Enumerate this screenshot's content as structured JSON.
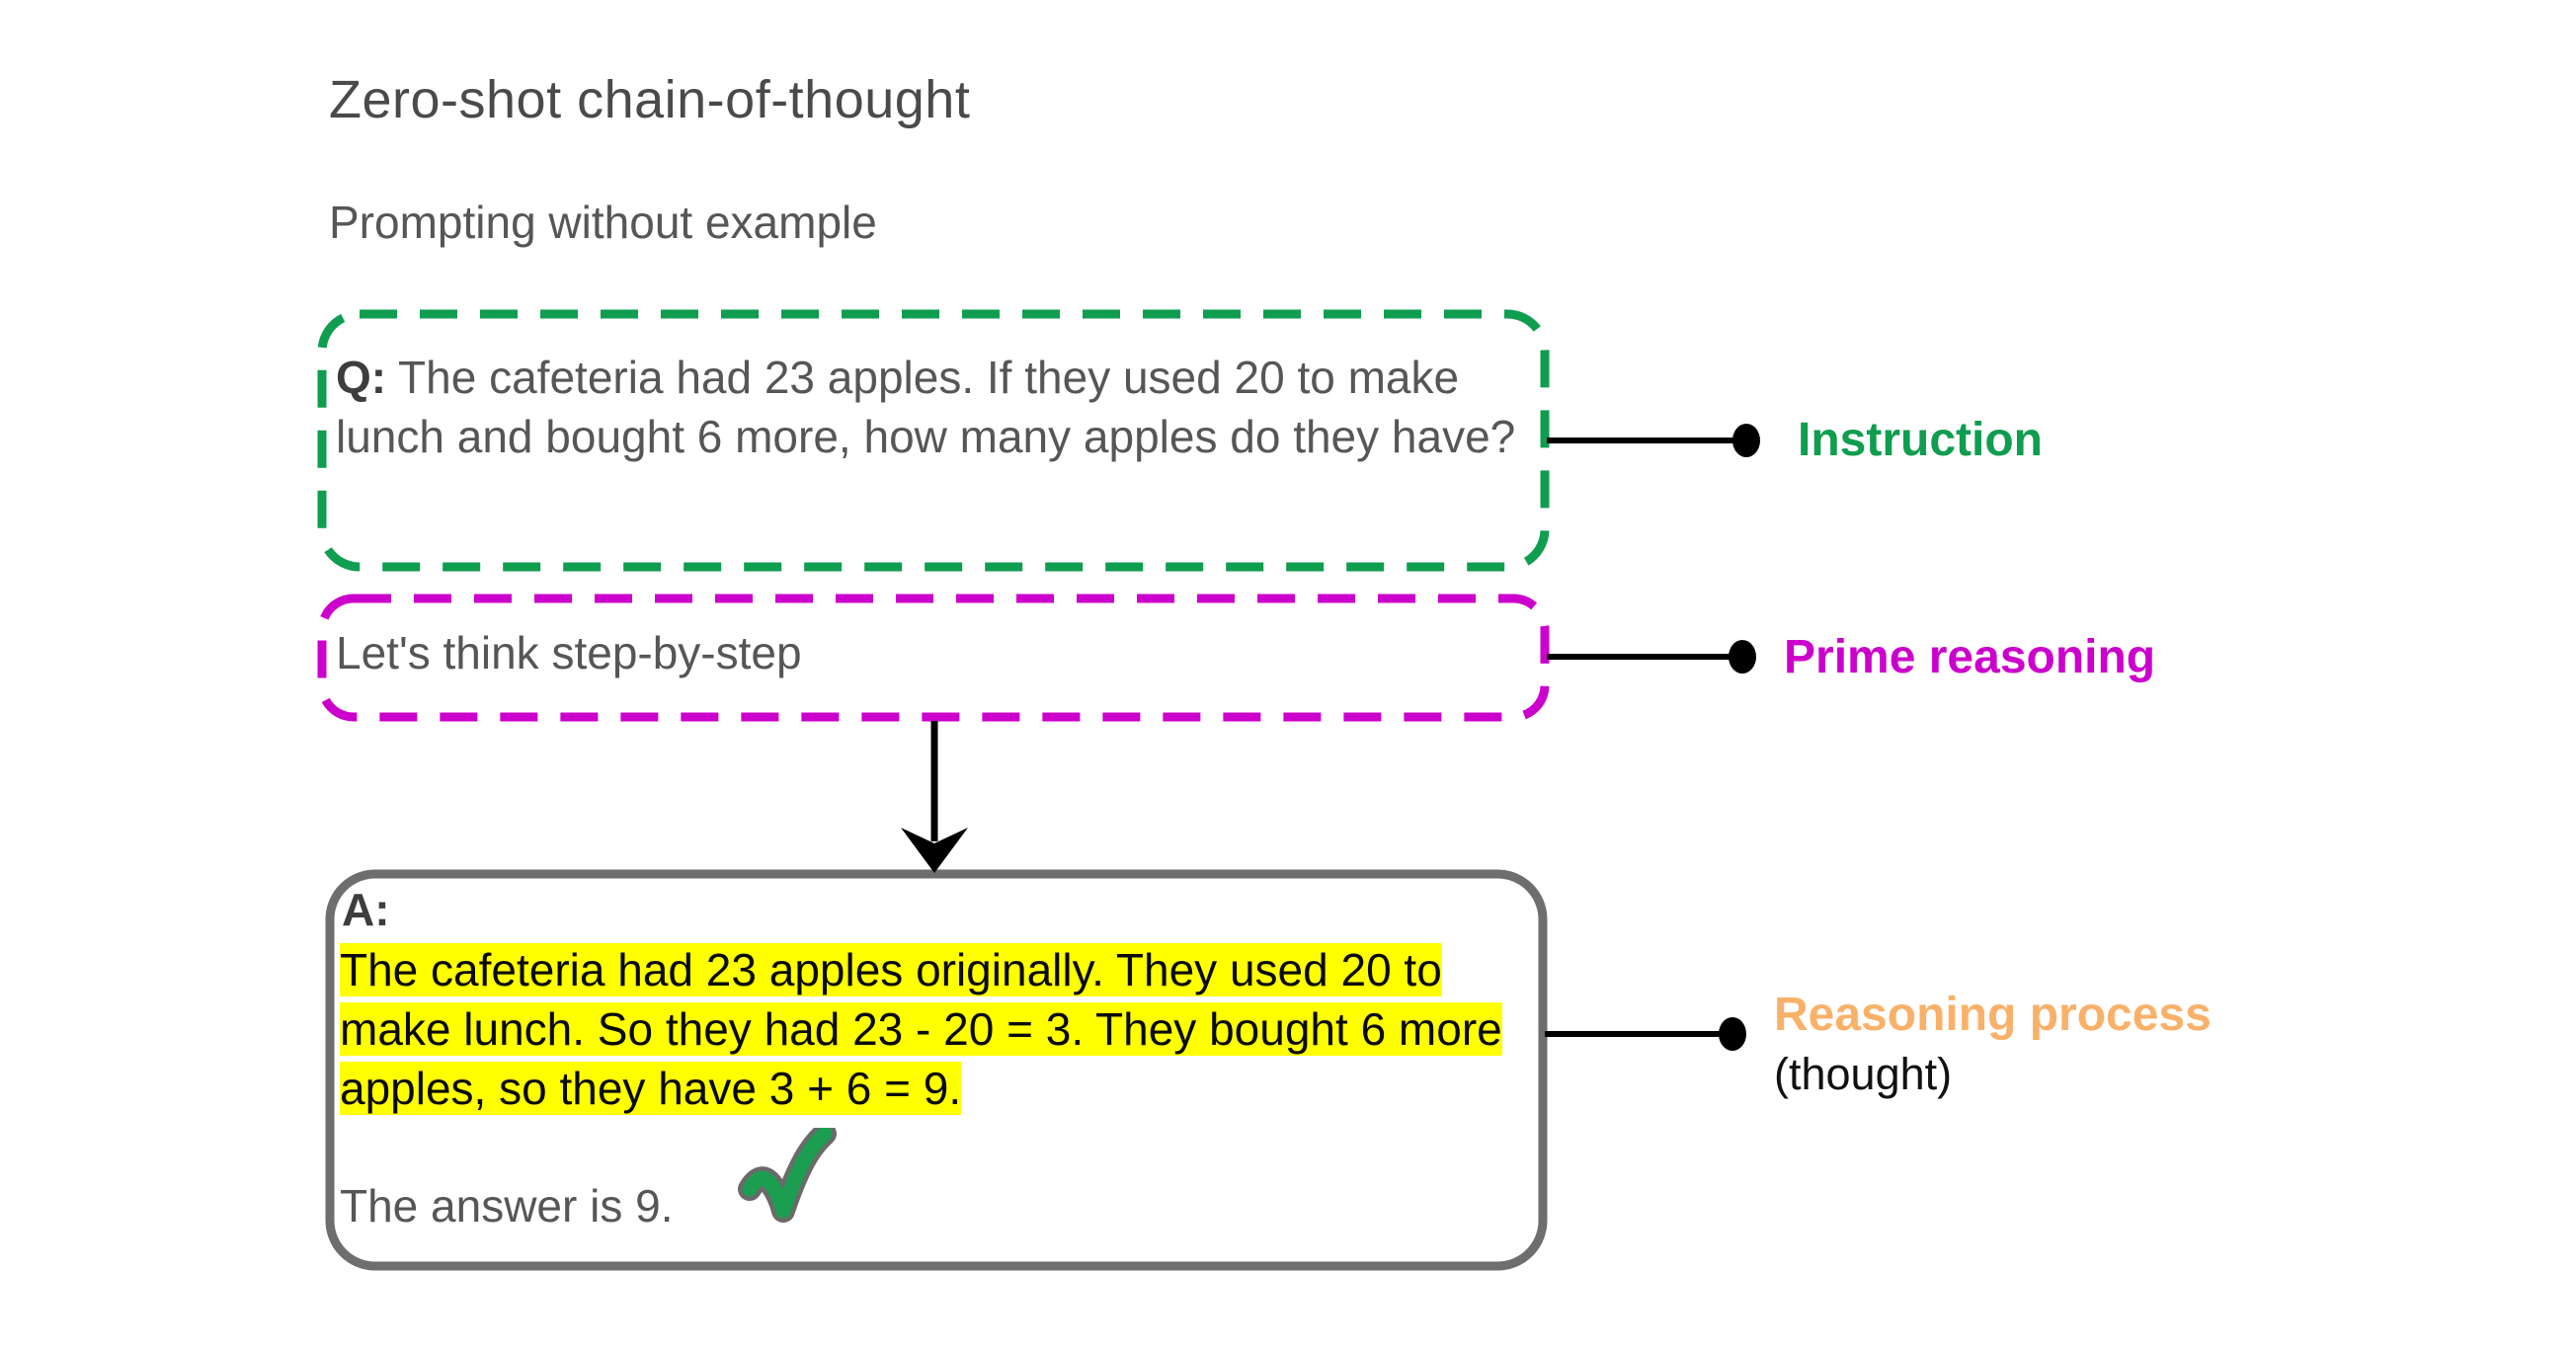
{
  "header": {
    "title": "Zero-shot chain-of-thought",
    "subtitle": "Prompting without example"
  },
  "question_box": {
    "label": "Q:",
    "text": " The cafeteria had 23 apples. If they used 20 to make lunch and bought 6 more, how many apples do they have?"
  },
  "prime_box": {
    "text": "Let's think step-by-step"
  },
  "answer_box": {
    "label": "A:",
    "reasoning_text": "The cafeteria had 23 apples originally. They used 20 to make lunch. So they had 23 - 20 = 3. They bought 6 more apples, so they have 3 + 6 = 9.",
    "answer_text": "The answer is 9."
  },
  "annotations": {
    "instruction": "Instruction",
    "prime_reasoning": "Prime reasoning",
    "reasoning_process": "Reasoning process",
    "reasoning_process_sub": "(thought)"
  },
  "icons": {
    "checkmark": "green-check-correct",
    "connector_dot": "black-dot",
    "arrow": "down-arrow"
  },
  "colors": {
    "instruction_green": "#0f9d4f",
    "prime_magenta": "#cc00cc",
    "reasoning_orange": "#f9b169",
    "highlight_yellow": "#ffff00",
    "answer_border_gray": "#6e6e6e",
    "connector_black": "#000000",
    "text_gray": "#565656",
    "text_dark": "#3d3d3d",
    "background": "#ffffff"
  }
}
